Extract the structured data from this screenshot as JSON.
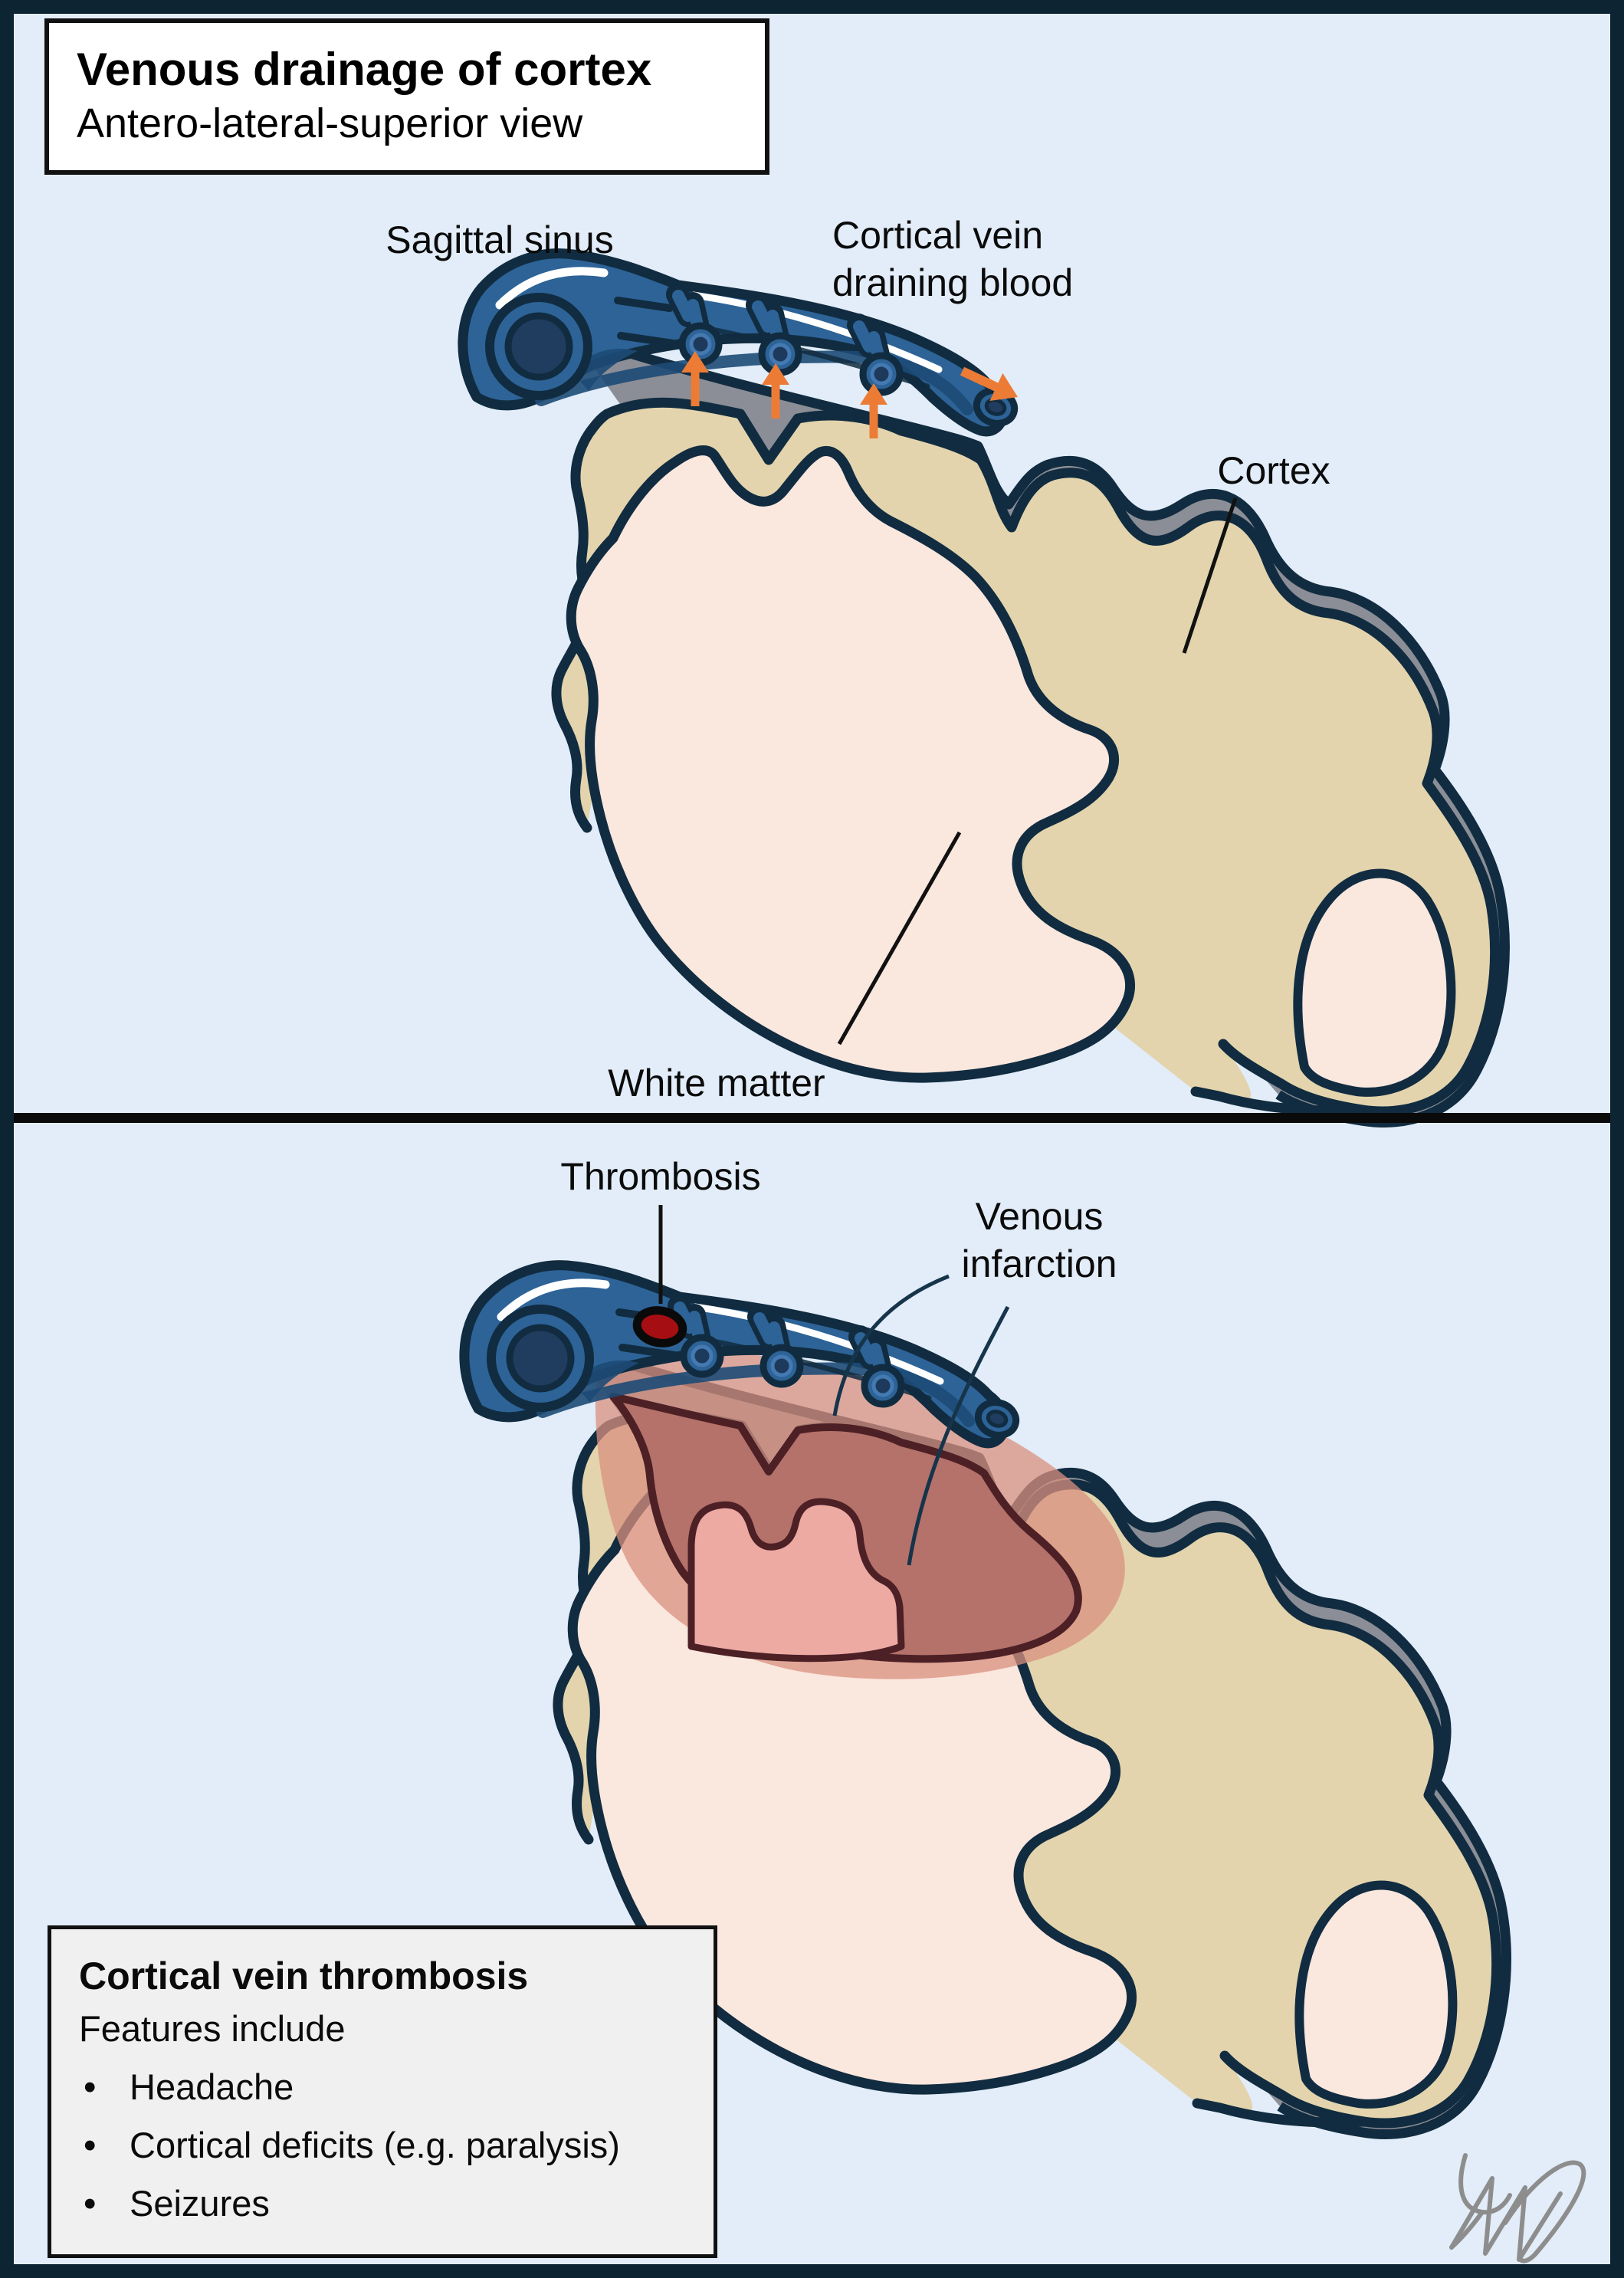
{
  "title_box": {
    "title": "Venous drainage of cortex",
    "subtitle": "Antero-lateral-superior view"
  },
  "panel_top": {
    "labels": {
      "sagittal_sinus": "Sagittal sinus",
      "cortical_vein_line1": "Cortical vein",
      "cortical_vein_line2": "draining blood",
      "cortex": "Cortex",
      "white_matter": "White matter"
    }
  },
  "panel_bottom": {
    "labels": {
      "thrombosis": "Thrombosis",
      "venous_infarction_line1": "Venous",
      "venous_infarction_line2": "infarction"
    }
  },
  "info_box": {
    "title": "Cortical vein thrombosis",
    "subtitle": "Features include",
    "bullet_char": "•",
    "bullets": [
      "Headache",
      "Cortical deficits (e.g. paralysis)",
      "Seizures"
    ]
  },
  "colors": {
    "background": "#e2edf9",
    "frame": "#0d2433",
    "panel_divider": "#0a0a0a",
    "outline_navy": "#112c40",
    "vein_blue": "#2d6397",
    "vein_dark": "#1d4a76",
    "vein_opening": "#203c5e",
    "dura_gray": "#8b8e96",
    "cortex_tan": "#e3d4ad",
    "white_matter": "#fae7de",
    "infarct_band": "#b5726a",
    "infarct_soft": "#d9907f",
    "infarct_white_matter": "#ecaaa3",
    "infarct_outline": "#4d2026",
    "thrombus_red": "#a50f13",
    "arrow_orange": "#ec7c35",
    "signature_gray": "#8d8d8d"
  }
}
